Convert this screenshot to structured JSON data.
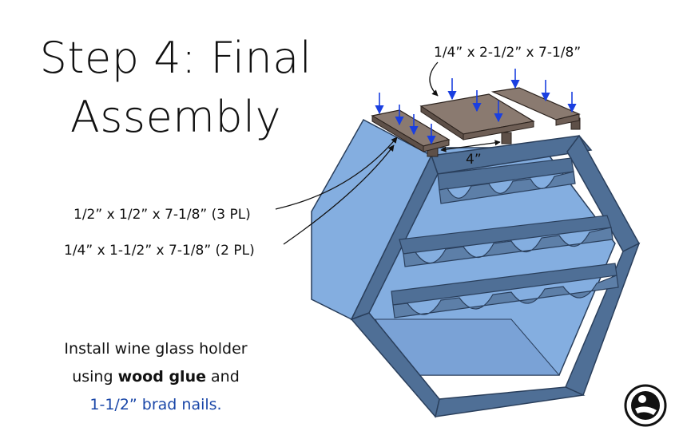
{
  "title": {
    "line1": "Step 4: Final",
    "line2": "Assembly"
  },
  "labels": {
    "top_board": "1/4” x 2-1/2” x 7-1/8”",
    "spacing": "4”",
    "cleat": "1/2” x 1/2” x 7-1/8” (3 PL)",
    "side_board": "1/4” x 1-1/2” x 7-1/8” (2 PL)"
  },
  "instructions": {
    "line1": "Install wine glass holder",
    "line2_prefix": "using ",
    "line2_bold": "wood glue",
    "line2_suffix": " and",
    "line3": "1-1/2” brad nails."
  },
  "colors": {
    "frame_face": "#4f6f96",
    "frame_inner": "#84aee0",
    "frame_light": "#a9c8ee",
    "wood": "#8a7a70",
    "wood_dark": "#5e5048",
    "arrow": "#1a3fe0",
    "instruction_accent": "#1a47a8"
  }
}
